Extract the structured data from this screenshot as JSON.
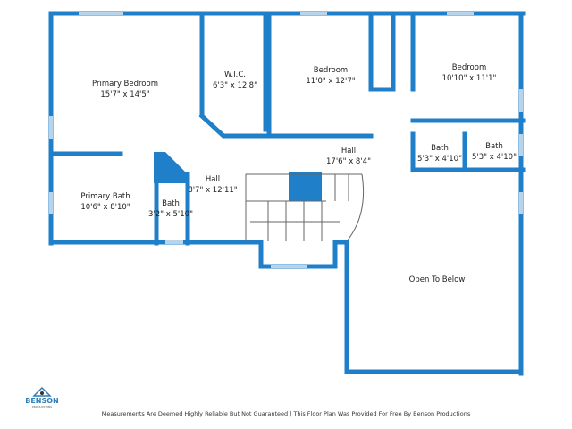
{
  "colors": {
    "wall": "#1f7fc9",
    "window": "#b8d4ea"
  },
  "rooms": [
    {
      "name": "Primary Bedroom",
      "dims": "15'7\" x 14'5\""
    },
    {
      "name": "W.I.C.",
      "dims": "6'3\" x 12'8\""
    },
    {
      "name": "Bedroom",
      "dims": "11'0\" x 12'7\""
    },
    {
      "name": "Bedroom",
      "dims": "10'10\" x 11'1\""
    },
    {
      "name": "Hall",
      "dims": "17'6\" x 8'4\""
    },
    {
      "name": "Bath",
      "dims": "5'3\" x 4'10\""
    },
    {
      "name": "Bath",
      "dims": "5'3\" x 4'10\""
    },
    {
      "name": "Primary Bath",
      "dims": "10'6\" x 8'10\""
    },
    {
      "name": "Bath",
      "dims": "3'2\" x 5'10\""
    },
    {
      "name": "Hall",
      "dims": "8'7\" x 12'11\""
    },
    {
      "name": "Open To Below",
      "dims": ""
    }
  ],
  "logo": {
    "name": "BENSON",
    "sub": "PRODUCTIONS"
  },
  "footer": "Measurements Are Deemed Highly Reliable But Not Guaranteed | This Floor Plan Was Provided For Free By Benson Productions"
}
